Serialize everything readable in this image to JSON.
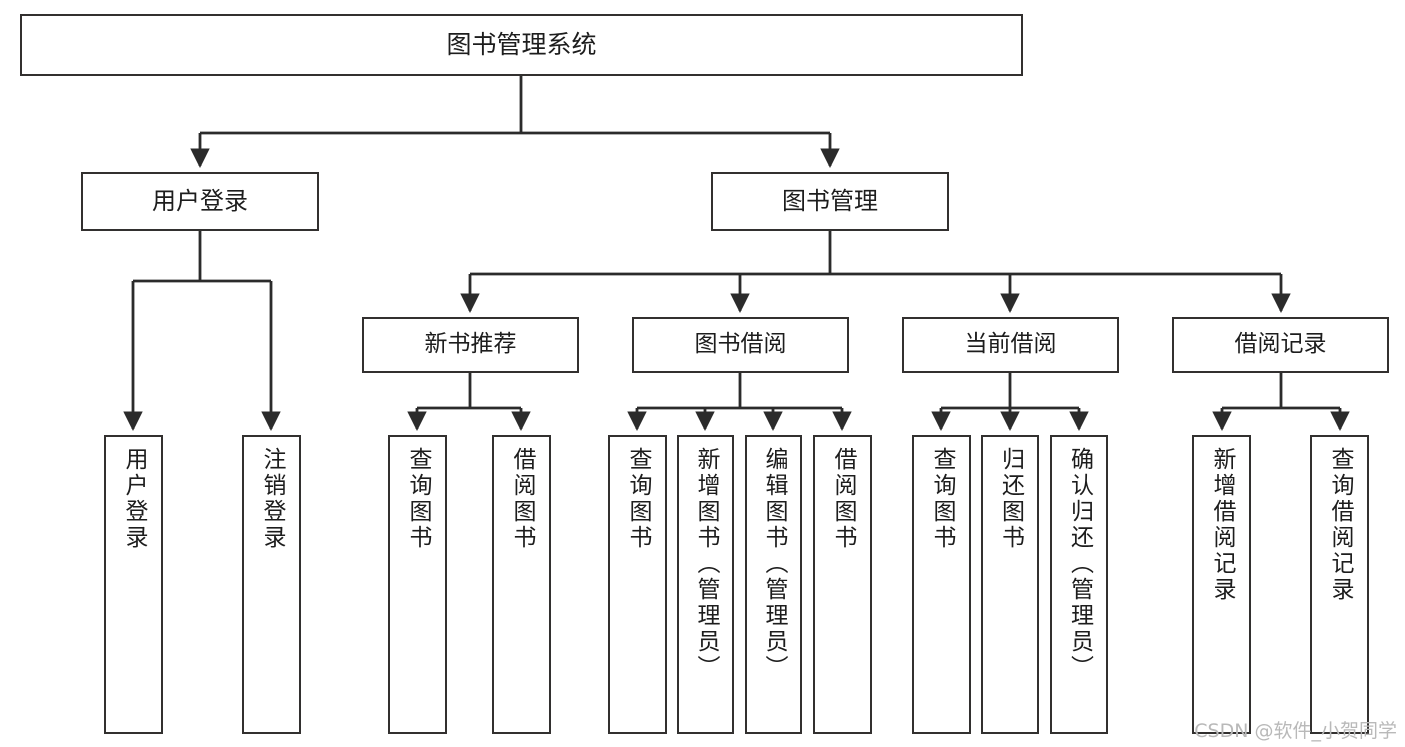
{
  "diagram": {
    "title": "图书管理系统",
    "type": "tree-hierarchy-diagram",
    "watermark": "CSDN @软件_小贺同学",
    "theme": {
      "background": "#ffffff",
      "box_border": "#32302f",
      "box_fill": "#ffffff",
      "text": "#1d1d1d",
      "connector": "#2b2b2b",
      "watermark_color": "#b9b9b9"
    }
  },
  "nodes": {
    "root": {
      "id": "root",
      "label": "图书管理系统",
      "level": 1
    },
    "level2": [
      {
        "id": "user-login",
        "label": "用户登录",
        "level": 2
      },
      {
        "id": "book-management",
        "label": "图书管理",
        "level": 2
      }
    ],
    "level3": [
      {
        "id": "new-book-recommend",
        "label": "新书推荐",
        "level": 3,
        "parent": "book-management"
      },
      {
        "id": "book-borrow",
        "label": "图书借阅",
        "level": 3,
        "parent": "book-management"
      },
      {
        "id": "current-borrow",
        "label": "当前借阅",
        "level": 3,
        "parent": "book-management"
      },
      {
        "id": "borrow-record",
        "label": "借阅记录",
        "level": 3,
        "parent": "book-management"
      }
    ],
    "leaves": [
      {
        "id": "leaf-user-login",
        "label": "用户登录",
        "parent": "user-login"
      },
      {
        "id": "leaf-user-logout",
        "label": "注销登录",
        "parent": "user-login"
      },
      {
        "id": "leaf-query-book-1",
        "label": "查询图书",
        "parent": "new-book-recommend"
      },
      {
        "id": "leaf-borrow-book-1",
        "label": "借阅图书",
        "parent": "new-book-recommend"
      },
      {
        "id": "leaf-query-book-2",
        "label": "查询图书",
        "parent": "book-borrow"
      },
      {
        "id": "leaf-add-book",
        "label": "新增图书（管理员）",
        "parent": "book-borrow"
      },
      {
        "id": "leaf-edit-book",
        "label": "编辑图书（管理员）",
        "parent": "book-borrow"
      },
      {
        "id": "leaf-borrow-book-2",
        "label": "借阅图书",
        "parent": "book-borrow"
      },
      {
        "id": "leaf-query-book-3",
        "label": "查询图书",
        "parent": "current-borrow"
      },
      {
        "id": "leaf-return-book",
        "label": "归还图书",
        "parent": "current-borrow"
      },
      {
        "id": "leaf-confirm-return",
        "label": "确认归还（管理员）",
        "parent": "current-borrow"
      },
      {
        "id": "leaf-add-record",
        "label": "新增借阅记录",
        "parent": "borrow-record"
      },
      {
        "id": "leaf-query-record",
        "label": "查询借阅记录",
        "parent": "borrow-record"
      }
    ]
  },
  "chart_data": {
    "type": "tree",
    "title": "图书管理系统",
    "root": {
      "label": "图书管理系统",
      "children": [
        {
          "label": "用户登录",
          "children": [
            {
              "label": "用户登录"
            },
            {
              "label": "注销登录"
            }
          ]
        },
        {
          "label": "图书管理",
          "children": [
            {
              "label": "新书推荐",
              "children": [
                {
                  "label": "查询图书"
                },
                {
                  "label": "借阅图书"
                }
              ]
            },
            {
              "label": "图书借阅",
              "children": [
                {
                  "label": "查询图书"
                },
                {
                  "label": "新增图书（管理员）"
                },
                {
                  "label": "编辑图书（管理员）"
                },
                {
                  "label": "借阅图书"
                }
              ]
            },
            {
              "label": "当前借阅",
              "children": [
                {
                  "label": "查询图书"
                },
                {
                  "label": "归还图书"
                },
                {
                  "label": "确认归还（管理员）"
                }
              ]
            },
            {
              "label": "借阅记录",
              "children": [
                {
                  "label": "新增借阅记录"
                },
                {
                  "label": "查询借阅记录"
                }
              ]
            }
          ]
        }
      ]
    },
    "depth": 4,
    "node_count": 20,
    "orientation": "top-down",
    "leaf_text_orientation": "vertical"
  }
}
